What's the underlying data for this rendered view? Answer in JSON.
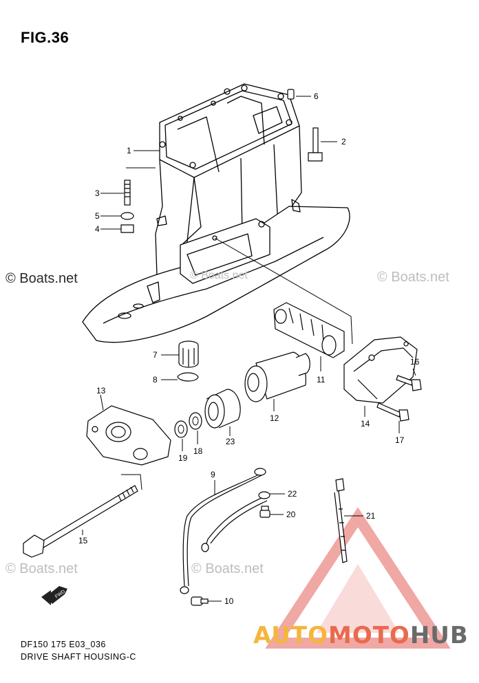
{
  "figure": {
    "title": "FIG.36",
    "code": "DF150 175 E03_036",
    "caption": "DRIVE SHAFT HOUSING-C"
  },
  "watermarks": [
    "© Boats.net",
    "© Boats.net",
    "© Boats.net",
    "© Boats.net",
    "© Boats.net"
  ],
  "brand": {
    "part1": "AUTO",
    "part2": "MOTO",
    "part3": "HUB"
  },
  "fwd_label": "FWD",
  "callouts": [
    "1",
    "2",
    "3",
    "4",
    "5",
    "6",
    "7",
    "8",
    "9",
    "10",
    "11",
    "12",
    "13",
    "14",
    "15",
    "16",
    "17",
    "18",
    "19",
    "20",
    "21",
    "22",
    "23"
  ],
  "colors": {
    "line": "#000000",
    "watermark": "#bdbdbd",
    "brand_orange": "#f4b63d",
    "brand_red": "#e86a4f",
    "brand_gray": "#6a6a6a",
    "logo_triangle": "#e8706a"
  }
}
